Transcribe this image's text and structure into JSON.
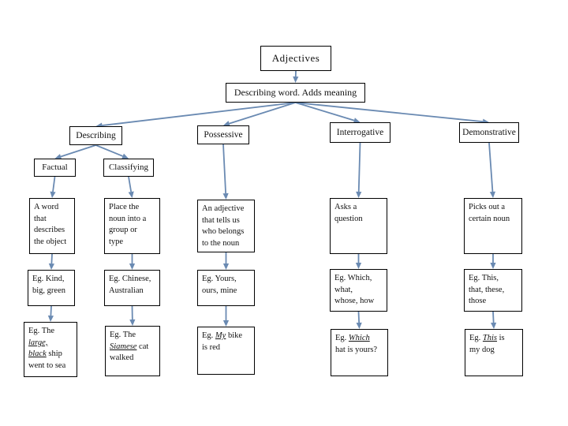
{
  "diagram": {
    "title": "Adjectives",
    "connector_color": "#6a8ab2",
    "border_color": "#000000",
    "background_color": "#ffffff",
    "nodes": {
      "adjectives": {
        "label": "Adjectives"
      },
      "root": {
        "label": "Describing word. Adds meaning"
      },
      "cat_describing": {
        "label": "Describing"
      },
      "cat_possessive": {
        "label": "Possessive"
      },
      "cat_interrogative": {
        "label": "Interrogative"
      },
      "cat_demonstrative": {
        "label": "Demonstrative"
      },
      "sub_factual": {
        "label": "Factual"
      },
      "sub_classifying": {
        "label": "Classifying"
      },
      "def_factual": {
        "label": "A word\nthat\ndescribes\nthe object"
      },
      "def_classifying": {
        "label": "Place the\nnoun into a\ngroup or\ntype"
      },
      "def_possessive": {
        "label": "An adjective\nthat tells us\nwho belongs\nto the noun"
      },
      "def_interrogative": {
        "label": "Asks a\nquestion"
      },
      "def_demonstrative": {
        "label": "Picks out a\ncertain noun"
      },
      "eg1_factual": {
        "label": "Eg. Kind,\nbig, green"
      },
      "eg1_classifying": {
        "label": "Eg. Chinese,\nAustralian"
      },
      "eg1_possessive": {
        "label": "Eg. Yours,\nours, mine"
      },
      "eg1_interrogative": {
        "label": "Eg. Which,\nwhat,\nwhose, how"
      },
      "eg1_demonstrative": {
        "label": "Eg. This,\nthat, these,\nthose"
      },
      "eg2_factual": {
        "segments": [
          {
            "t": "Eg. The "
          },
          {
            "t": "large,",
            "s": "iu"
          },
          {
            "t": "\n"
          },
          {
            "t": "black",
            "s": "iu"
          },
          {
            "t": " ship\nwent to sea"
          }
        ]
      },
      "eg2_classifying": {
        "segments": [
          {
            "t": "Eg. The\n"
          },
          {
            "t": "Siamese",
            "s": "iu"
          },
          {
            "t": " cat\nwalked"
          }
        ]
      },
      "eg2_possessive": {
        "segments": [
          {
            "t": "Eg. "
          },
          {
            "t": "My",
            "s": "iu"
          },
          {
            "t": " bike\nis red"
          }
        ]
      },
      "eg2_interrogative": {
        "segments": [
          {
            "t": "Eg. "
          },
          {
            "t": "Which",
            "s": "iu"
          },
          {
            "t": "\nhat is yours?"
          }
        ]
      },
      "eg2_demonstrative": {
        "segments": [
          {
            "t": "Eg. "
          },
          {
            "t": "This",
            "s": "iu"
          },
          {
            "t": " is\nmy dog"
          }
        ]
      }
    },
    "edges": [
      [
        "adjectives",
        "root"
      ],
      [
        "root",
        "cat_describing"
      ],
      [
        "root",
        "cat_possessive"
      ],
      [
        "root",
        "cat_interrogative"
      ],
      [
        "root",
        "cat_demonstrative"
      ],
      [
        "cat_describing",
        "sub_factual"
      ],
      [
        "cat_describing",
        "sub_classifying"
      ],
      [
        "sub_factual",
        "def_factual"
      ],
      [
        "sub_classifying",
        "def_classifying"
      ],
      [
        "cat_possessive",
        "def_possessive"
      ],
      [
        "cat_interrogative",
        "def_interrogative"
      ],
      [
        "cat_demonstrative",
        "def_demonstrative"
      ],
      [
        "def_factual",
        "eg1_factual"
      ],
      [
        "def_classifying",
        "eg1_classifying"
      ],
      [
        "def_possessive",
        "eg1_possessive"
      ],
      [
        "def_interrogative",
        "eg1_interrogative"
      ],
      [
        "def_demonstrative",
        "eg1_demonstrative"
      ],
      [
        "eg1_factual",
        "eg2_factual"
      ],
      [
        "eg1_classifying",
        "eg2_classifying"
      ],
      [
        "eg1_possessive",
        "eg2_possessive"
      ],
      [
        "eg1_interrogative",
        "eg2_interrogative"
      ],
      [
        "eg1_demonstrative",
        "eg2_demonstrative"
      ]
    ]
  }
}
